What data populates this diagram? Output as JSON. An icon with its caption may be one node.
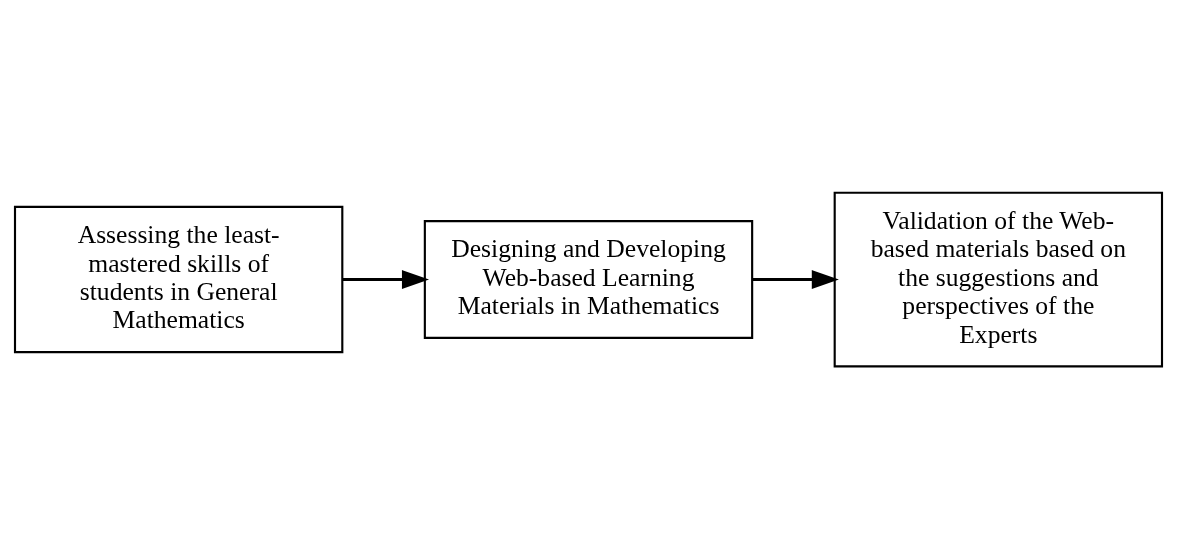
{
  "diagram": {
    "nodes": [
      {
        "text": [
          "Assessing the least-mastered skills of students in General Mathematics"
        ]
      },
      {
        "text": [
          "Designing and Developing Web-based Learning Materials in Mathematics"
        ]
      },
      {
        "text": [
          "Validation of the Web-based materials based on the suggestions and perspectives of the Experts"
        ]
      }
    ],
    "edges": [
      {
        "from": 0,
        "to": 1,
        "arrow": "to"
      },
      {
        "from": 1,
        "to": 2,
        "arrow": "to"
      }
    ]
  }
}
